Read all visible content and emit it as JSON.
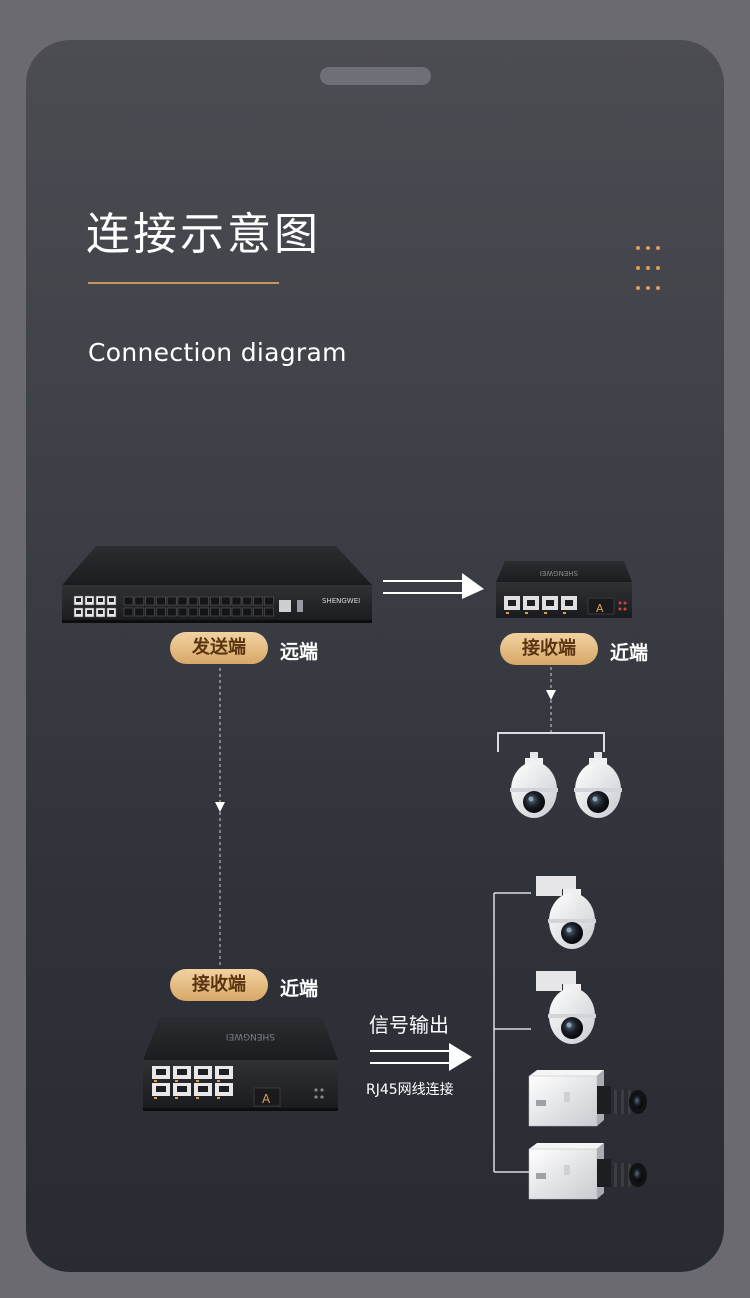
{
  "header": {
    "title_zh": "连接示意图",
    "title_en": "Connection diagram"
  },
  "devices": {
    "main_switch_brand": "SHENGWEI",
    "small_switch_brand": "SHENGWEI",
    "port_tag": "A"
  },
  "labels": {
    "transmit_badge": "发送端",
    "transmit_side": "远端",
    "receive_badge_top": "接收端",
    "receive_side_top": "近端",
    "receive_badge_bottom": "接收端",
    "receive_side_bottom": "近端",
    "signal_output": "信号输出",
    "rj45_connection": "RJ45网线连接"
  },
  "icons": [
    "network-switch-icon",
    "media-converter-icon",
    "ptz-dome-camera-icon",
    "box-camera-icon",
    "arrow-right-icon",
    "arrow-down-icon",
    "dots-icon"
  ],
  "colors": {
    "accent_gold": "#d7a867",
    "rule": "#c9955c",
    "dots": "#e09d54",
    "background": "#3e4047"
  }
}
